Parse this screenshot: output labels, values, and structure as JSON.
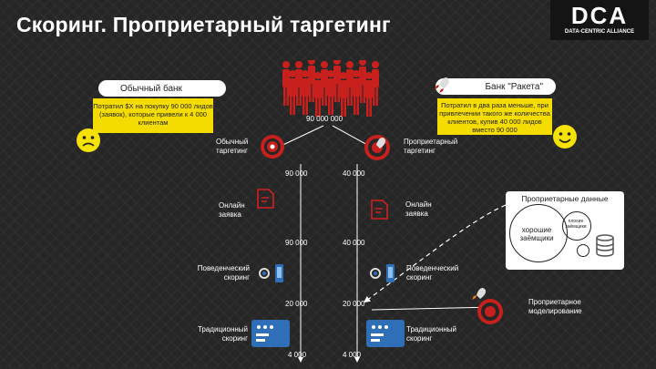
{
  "slide": {
    "title": "Скоринг. Проприетарный таргетинг",
    "logo": {
      "text": "DCA",
      "subtitle": "DATA-CENTRIC ALLIANCE"
    }
  },
  "left": {
    "bank_label": "Обычный банк",
    "note": "Потратил $X на покупку 90 000 лидов (заявок), которые привели к 4 000 клиентам",
    "targeting": "Обычный таргетинг",
    "online": "Онлайн заявка",
    "behavior": "Поведенческий скоринг",
    "traditional": "Традиционный скоринг",
    "values": [
      "90 000",
      "90 000",
      "20 000",
      "4 000"
    ]
  },
  "right": {
    "bank_label": "Банк \"Ракета\"",
    "note": "Потратил в два раза меньше, при привлечении такого же количества клиентов, купив 40 000 лидов вместо 90 000",
    "targeting": "Проприетарный таргетинг",
    "online": "Онлайн заявка",
    "behavior": "Поведенческий скоринг",
    "traditional": "Традиционный скоринг",
    "modeling": "Проприетарное моделирование",
    "values": [
      "40 000",
      "40 000",
      "20 000",
      "4 000"
    ]
  },
  "audience": {
    "total": "90 000 000"
  },
  "proprietary": {
    "title": "Проприетарные данные",
    "good": "хорошие заёмщики",
    "bad": "плохие заёмщики"
  },
  "colors": {
    "yellow": "#f5dc00",
    "red": "#d42020",
    "blue": "#2f6fb8"
  }
}
